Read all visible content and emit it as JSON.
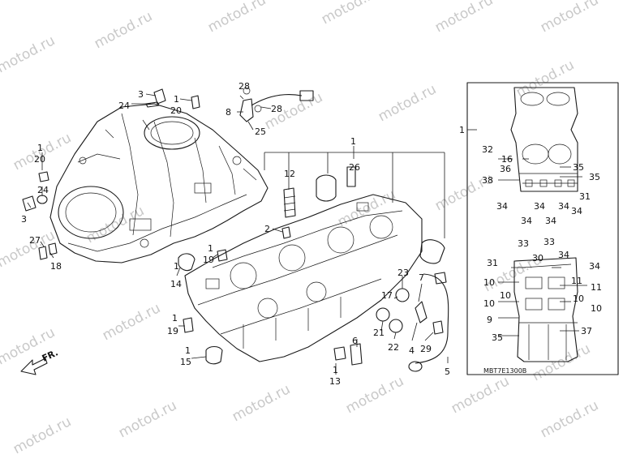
{
  "watermark": "motod.ru",
  "diagram_code": "MBT7E1300B",
  "direction_label": "FR.",
  "callouts": {
    "c3a": "3",
    "c24a": "24",
    "c1a": "1",
    "c20a": "20",
    "c28a": "28",
    "c8": "8",
    "c28b": "28",
    "c25": "25",
    "c1b": "1",
    "c20b": "20",
    "c24b": "24",
    "c3b": "3",
    "c27": "27",
    "c18": "18",
    "c1c": "1",
    "c12": "12",
    "c26": "26",
    "c2": "2",
    "c1d": "1",
    "c14": "14",
    "c1e": "1",
    "c19a": "19",
    "c1f": "1",
    "c19b": "19",
    "c1g": "1",
    "c15": "15",
    "c23": "23",
    "c17": "17",
    "c7": "7",
    "c21": "21",
    "c22": "22",
    "c6": "6",
    "c4": "4",
    "c29": "29",
    "c5": "5",
    "c1h": "1",
    "c13": "13",
    "r1": "1",
    "r32": "32",
    "r16": "16",
    "r36": "36",
    "r35a": "35",
    "r38": "38",
    "r35b": "35",
    "r31a": "31",
    "r34a": "34",
    "r34b": "34",
    "r34c": "34",
    "r34d": "34",
    "r34e": "34",
    "r33a": "33",
    "r33b": "33",
    "r31b": "31",
    "r30": "30",
    "r34f": "34",
    "r34g": "34",
    "r10a": "10",
    "r11a": "11",
    "r10b": "10",
    "r11b": "11",
    "r10c": "10",
    "r10d": "10",
    "r10e": "10",
    "r9": "9",
    "r35c": "35",
    "r37": "37"
  }
}
